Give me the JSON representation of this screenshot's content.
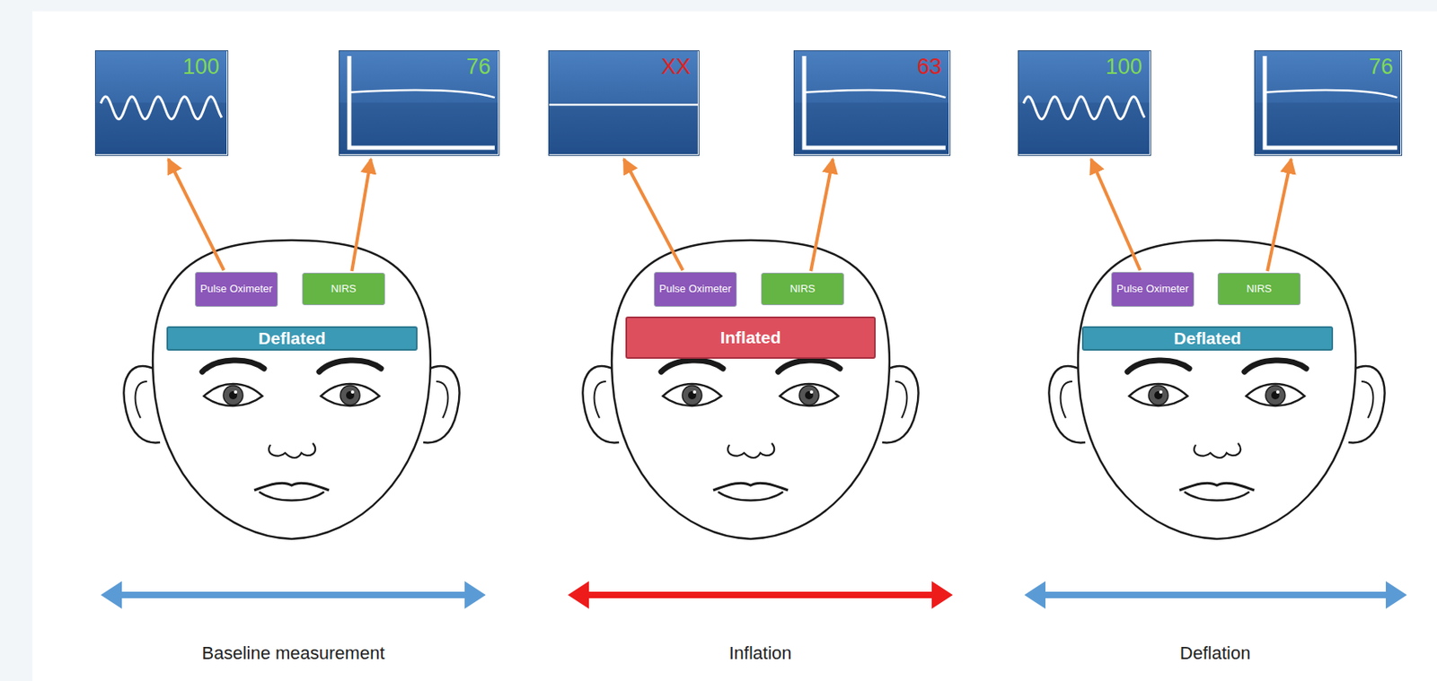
{
  "diagram": {
    "nodes": [
      {
        "text": [
          "100"
        ]
      },
      {
        "text": [
          "76"
        ]
      },
      {
        "text": [
          "XX"
        ]
      },
      {
        "text": [
          "63"
        ]
      },
      {
        "text": [
          "100"
        ]
      },
      {
        "text": [
          "76"
        ]
      },
      {
        "text": [
          "Pulse Oximeter"
        ]
      },
      {
        "text": [
          "NIRS"
        ]
      },
      {
        "text": [
          "Deflated"
        ]
      },
      {
        "text": [
          "Pulse Oximeter"
        ]
      },
      {
        "text": [
          "NIRS"
        ]
      },
      {
        "text": [
          "Inflated"
        ]
      },
      {
        "text": [
          "Pulse Oximeter"
        ]
      },
      {
        "text": [
          "NIRS"
        ]
      },
      {
        "text": [
          "Deflated"
        ]
      }
    ],
    "edges": [
      {
        "from": 6,
        "to": 0,
        "arrow": "to"
      },
      {
        "from": 7,
        "to": 1,
        "arrow": "to"
      },
      {
        "from": 9,
        "to": 2,
        "arrow": "to"
      },
      {
        "from": 10,
        "to": 3,
        "arrow": "to"
      },
      {
        "from": 12,
        "to": 4,
        "arrow": "to"
      },
      {
        "from": 13,
        "to": 5,
        "arrow": "to"
      }
    ],
    "labels": [
      "Baseline measurement",
      "Inflation",
      "Deflation"
    ]
  }
}
